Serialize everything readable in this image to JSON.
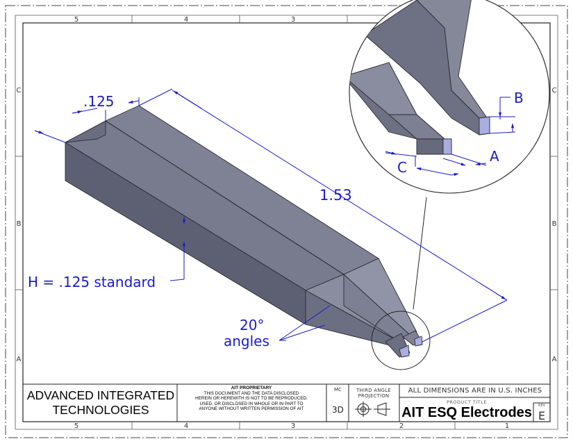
{
  "zones": {
    "columns": [
      "5",
      "4",
      "3",
      "2",
      "1"
    ],
    "rows": [
      "C",
      "B",
      "A"
    ]
  },
  "dimensions": {
    "width": ".125",
    "length": "1.53",
    "height": "H = .125 standard",
    "angle_value": "20°",
    "angle_label": "angles",
    "tip_a": "A",
    "tip_b": "B",
    "tip_c": "C"
  },
  "title_block": {
    "company_line1": "ADVANCED INTEGRATED",
    "company_line2": "TECHNOLOGIES",
    "proprietary_title": "AIT PROPRIETARY",
    "proprietary_lines": [
      "THIS DOCUMENT AND THE DATA DISCLOSED",
      "HEREIN OR HEREWITH IS NOT TO BE REPRODUCED,",
      "USED, OR DISCLOSED IN WHOLE OR IN PART TO",
      "ANYONE WITHOUT WRITTEN PERMISSION OF AIT"
    ],
    "mc": "MC",
    "three_d": "3D",
    "projection_line1": "THIRD ANGLE",
    "projection_line2": "PROJECTION",
    "dims_note": "ALL DIMENSIONS ARE IN U.S. INCHES",
    "product_title_label": "PRODUCT TITLE",
    "product_title": "AIT ESQ Electrodes",
    "rev_label": "REV",
    "rev": "E"
  },
  "colors": {
    "dimension": "#1a1acd",
    "body_top": "#7f8294",
    "body_side": "#5d6072",
    "body_end": "#878a9c",
    "tip_face": "#a8aee0"
  }
}
